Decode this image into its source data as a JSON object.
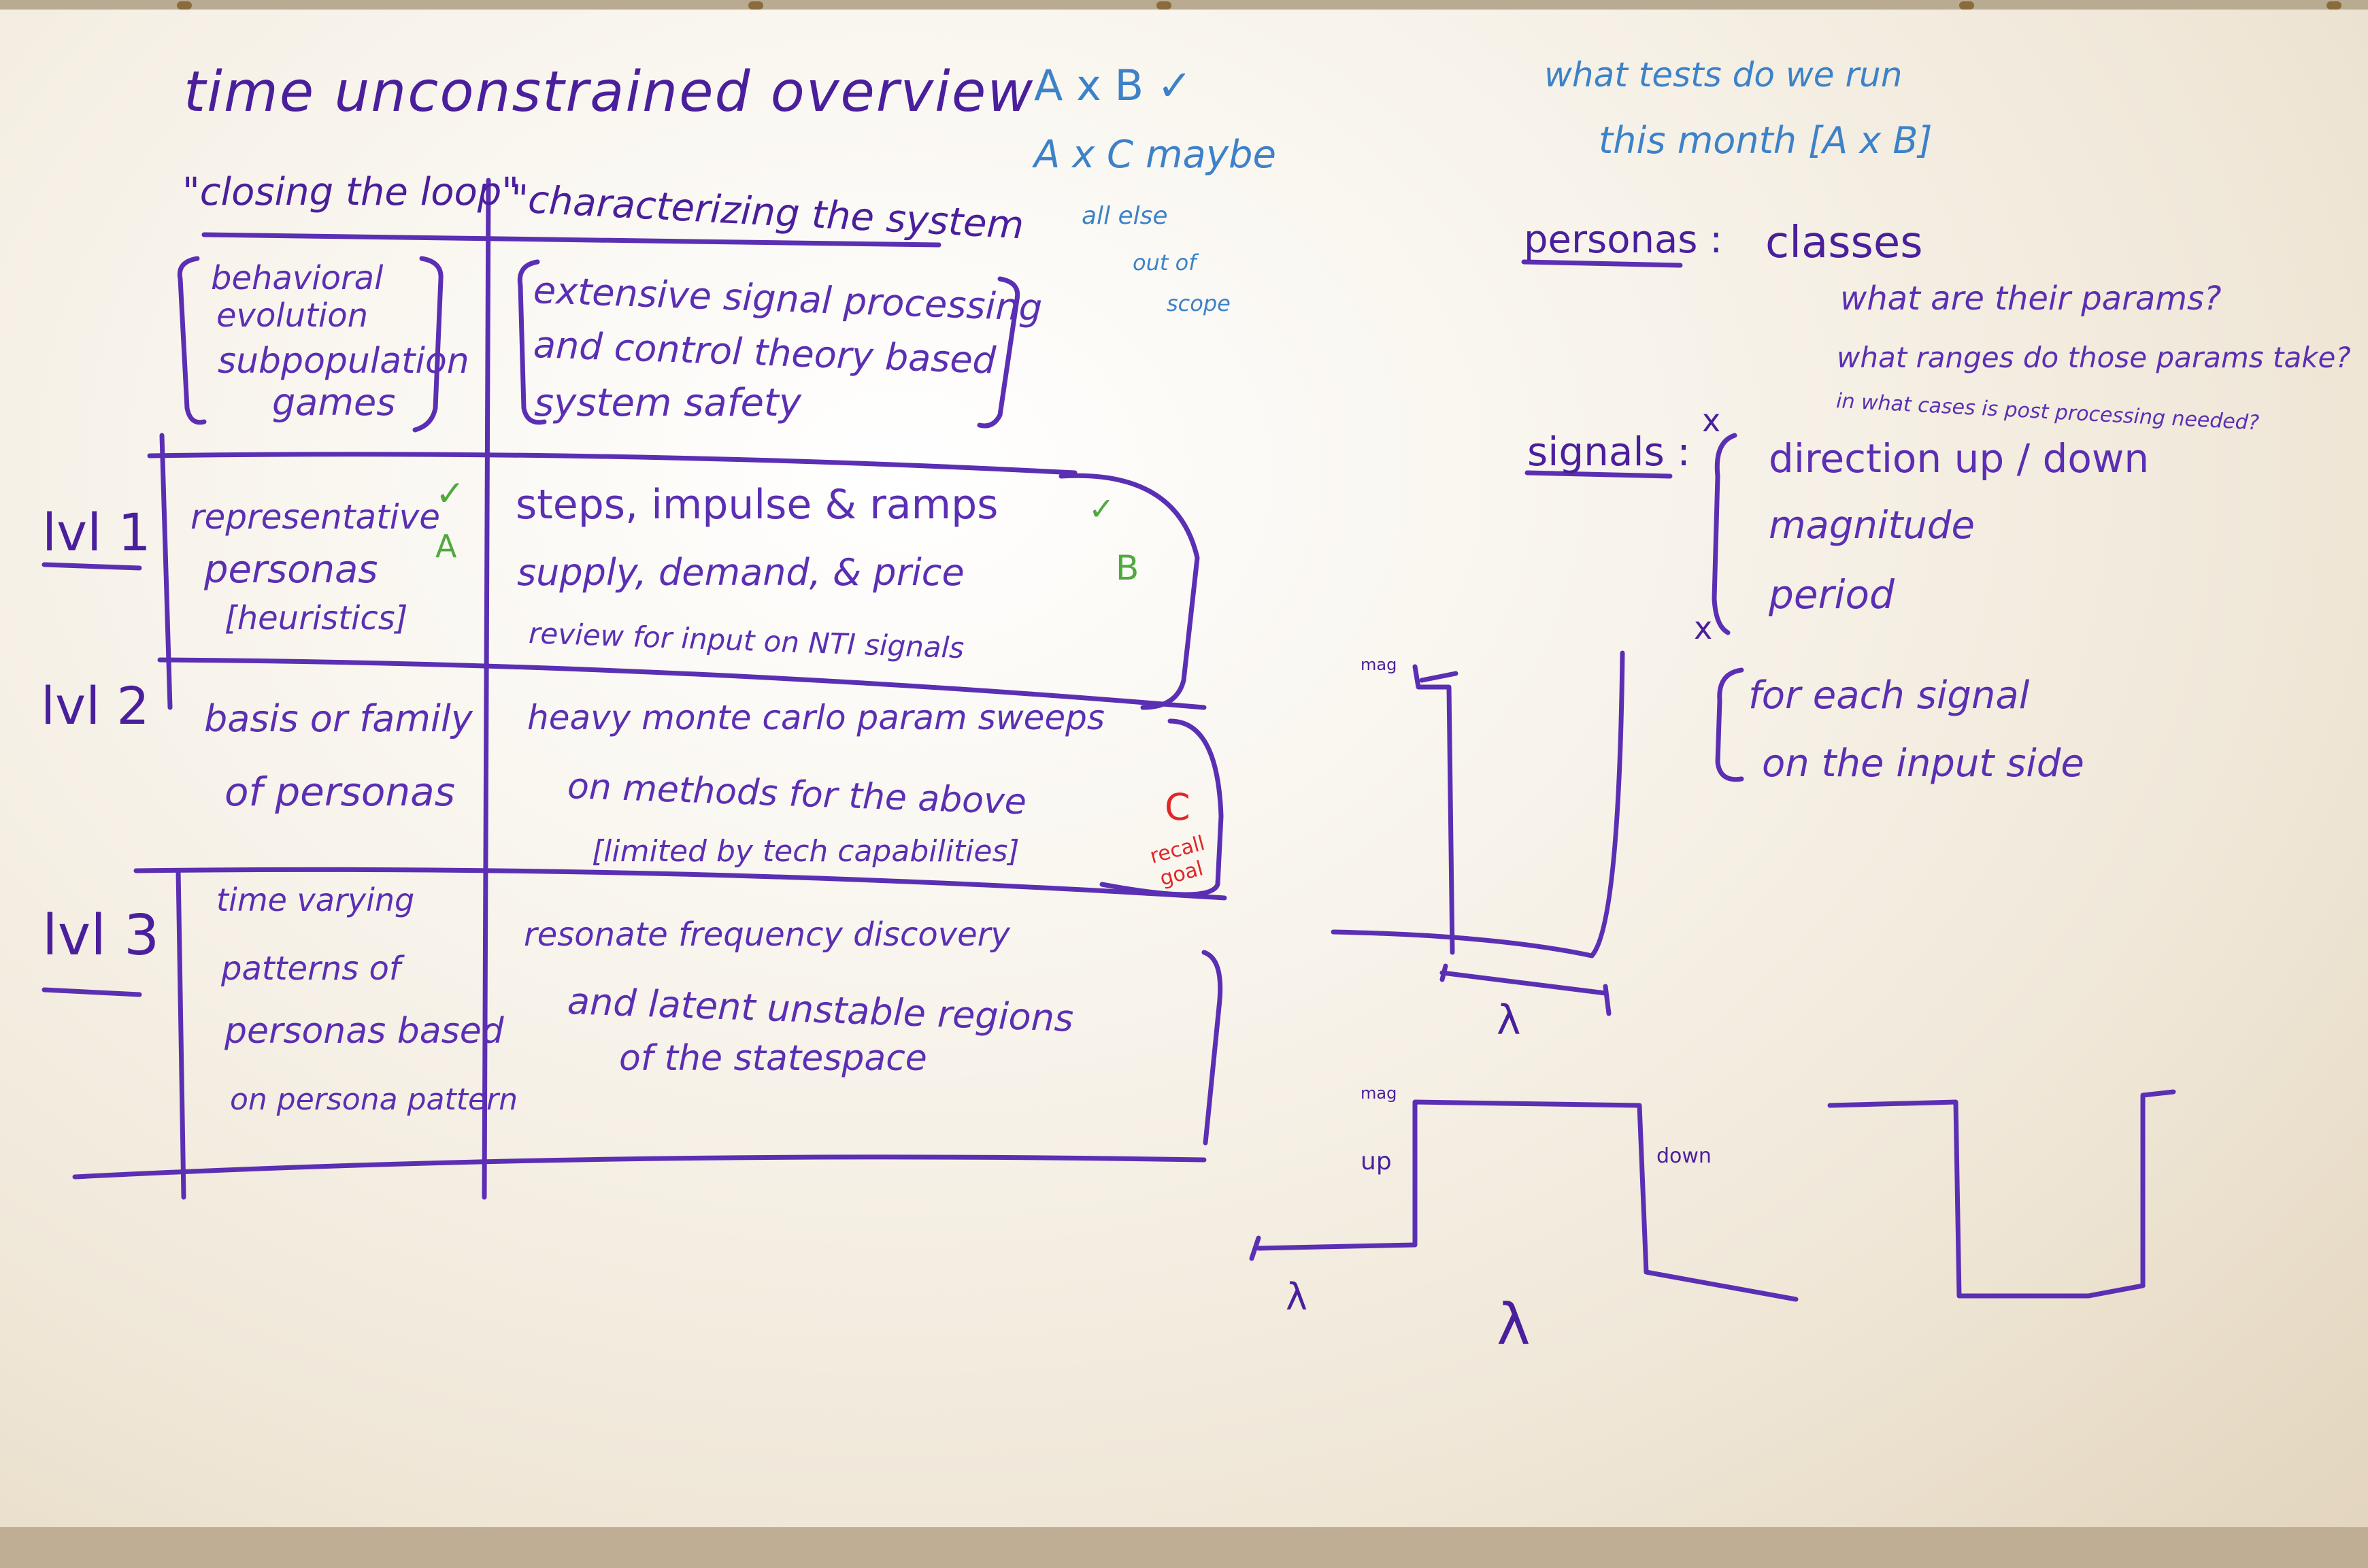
{
  "title": "time unconstrained overview",
  "columns": {
    "left_header": "\"closing the loop\"",
    "right_header": "\"characterizing the system"
  },
  "top_row": {
    "left": [
      "behavioral",
      "evolution",
      "subpopulation",
      "games"
    ],
    "right": [
      "extensive signal processing",
      "and control theory based",
      "system safety"
    ]
  },
  "levels": [
    {
      "label": "lvl 1",
      "left": [
        "representative",
        "personas",
        "[heuristics]"
      ],
      "right": [
        "steps, impulse & ramps",
        "supply, demand, & price",
        "review for input on NTI signals"
      ],
      "marker_left": "A",
      "marker_right": "B"
    },
    {
      "label": "lvl 2",
      "left": [
        "basis or family",
        "of personas"
      ],
      "right": [
        "heavy monte carlo param sweeps",
        "on methods for the above",
        "[limited by tech capabilities]"
      ],
      "marker_right": "C",
      "note": [
        "recall",
        "goal"
      ]
    },
    {
      "label": "lvl 3",
      "left": [
        "time varying",
        "patterns of",
        "personas based",
        "on persona pattern"
      ],
      "right": [
        "resonate frequency discovery",
        "and latent unstable regions",
        "of the statespace"
      ]
    }
  ],
  "center_notes": {
    "axb": "A x B ✓",
    "axc": "A x C maybe",
    "else": [
      "all else",
      "out of",
      "scope"
    ]
  },
  "tests_note": [
    "what tests do we run",
    "this month [A x B]"
  ],
  "personas": {
    "label": "personas :",
    "value": "classes",
    "questions": [
      "what are their params?",
      "what ranges do those params take?",
      "in what cases is post processing needed?"
    ]
  },
  "signals": {
    "label": "signals :",
    "items": [
      "direction up / down",
      "magnitude",
      "period"
    ],
    "bracket_marks": [
      "x",
      "x"
    ],
    "note": [
      "for each signal",
      "on the input side"
    ]
  },
  "diagrams": {
    "impulse": {
      "mag_label": "mag",
      "period_label": "λ"
    },
    "square": {
      "mag_label": "mag",
      "up_label": "up",
      "down_label": "down",
      "period_small": "λ",
      "period_large": "λ"
    }
  },
  "colors": {
    "purple_ink": "#4a1f9c",
    "blue_ink": "#3d82c8",
    "green_ink": "#4faa3d",
    "red_ink": "#e02626"
  }
}
